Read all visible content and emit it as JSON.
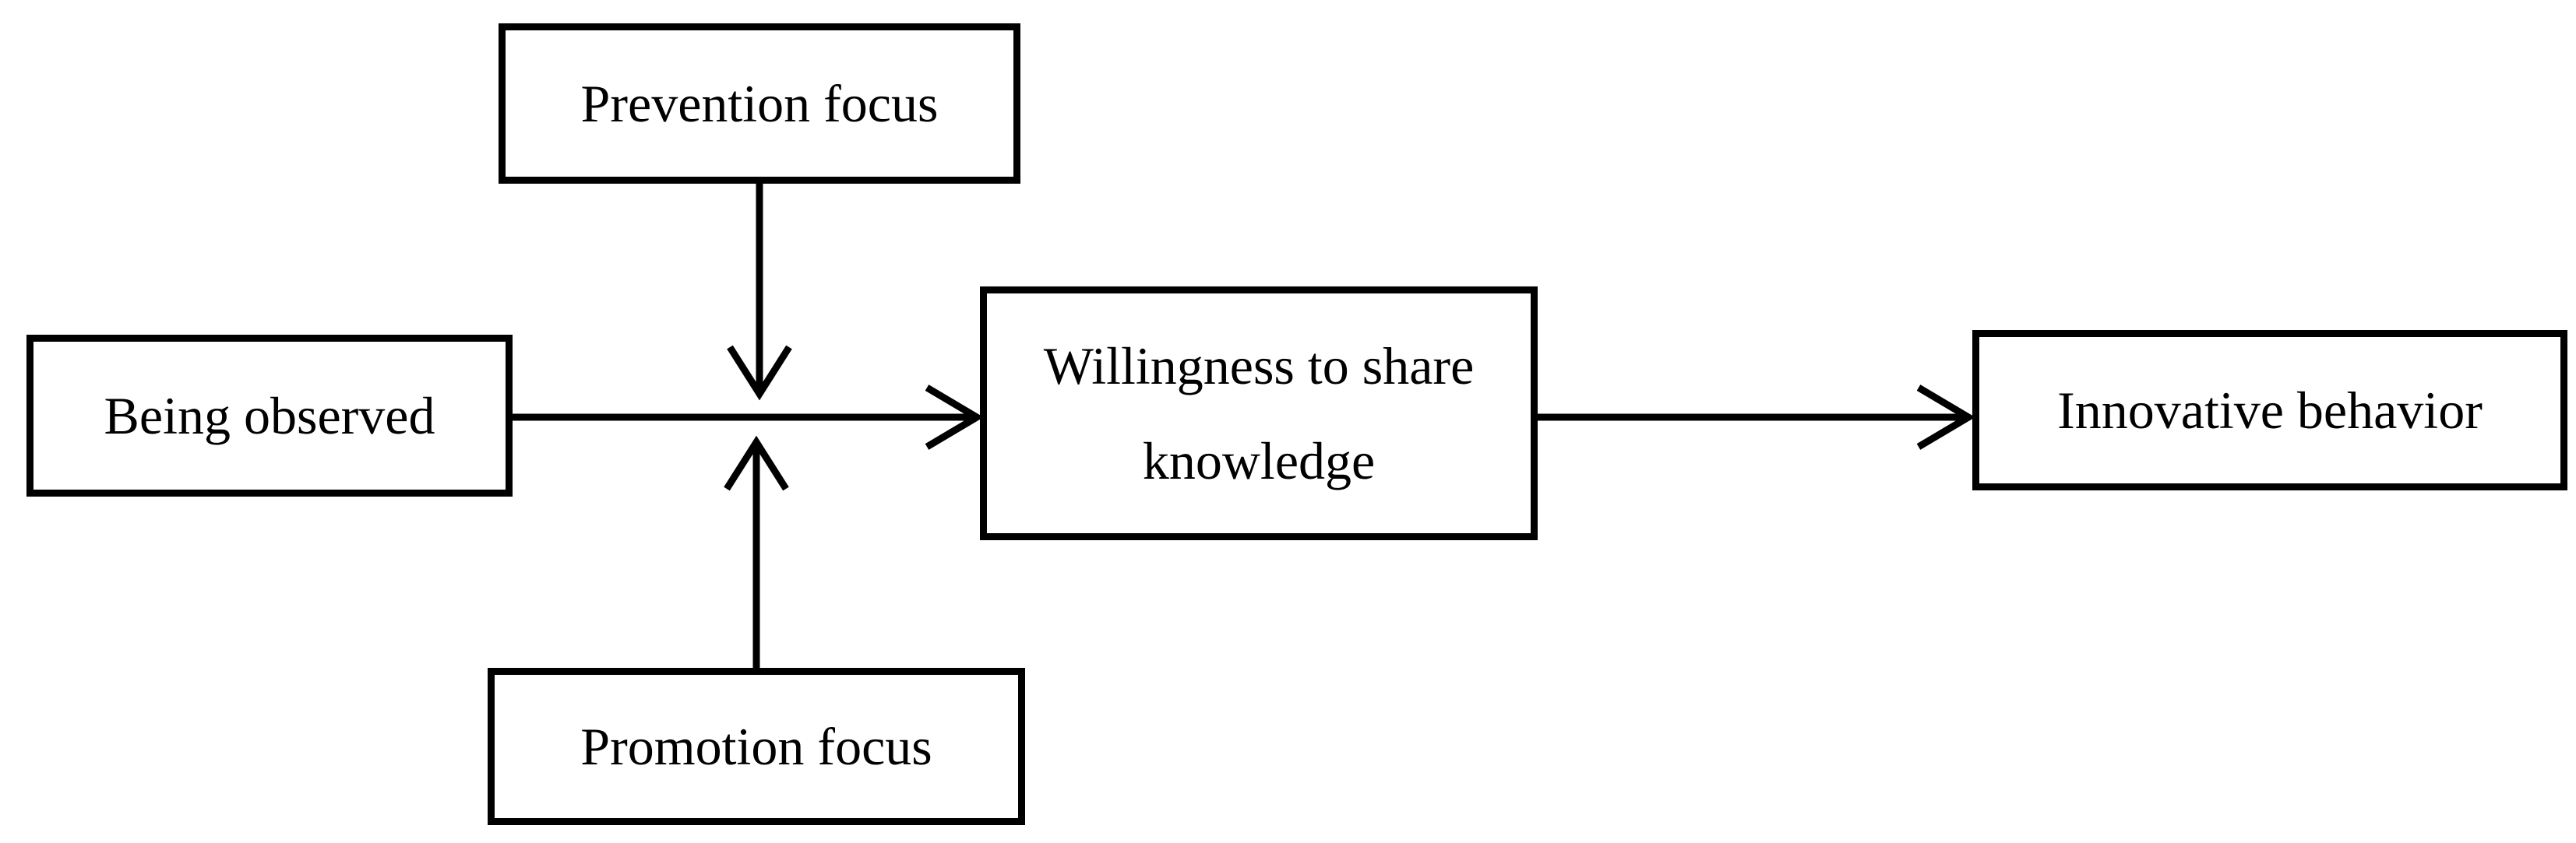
{
  "figure": {
    "type": "conceptual-model-diagram",
    "colors": {
      "line": "#000000",
      "background": "#ffffff",
      "node_fill": "#ffffff"
    },
    "nodes": {
      "prevention_focus": {
        "label": "Prevention focus"
      },
      "being_observed": {
        "label": "Being observed"
      },
      "willingness": {
        "label": "Willingness to share knowledge"
      },
      "innovative_behavior": {
        "label": "Innovative behavior"
      },
      "promotion_focus": {
        "label": "Promotion focus"
      }
    },
    "edges": [
      {
        "from": "Being observed",
        "to": "Willingness to share knowledge",
        "type": "direct-arrow"
      },
      {
        "from": "Willingness to share knowledge",
        "to": "Innovative behavior",
        "type": "direct-arrow"
      },
      {
        "from": "Prevention focus",
        "to": "path: Being observed → Willingness to share knowledge",
        "type": "moderation-arrow"
      },
      {
        "from": "Promotion focus",
        "to": "path: Being observed → Willingness to share knowledge",
        "type": "moderation-arrow"
      }
    ]
  }
}
